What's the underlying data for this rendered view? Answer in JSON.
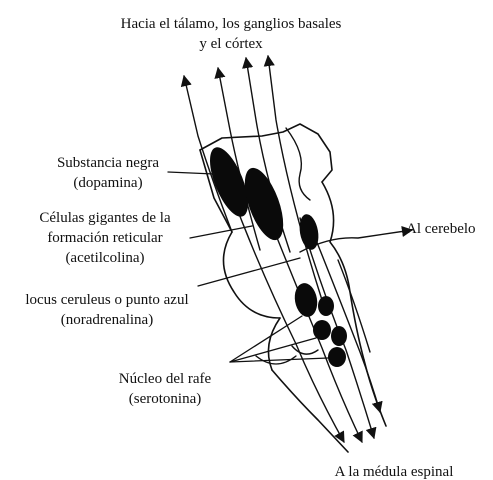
{
  "labels": {
    "top": [
      "Hacia el tálamo, los ganglios basales",
      "y el córtex"
    ],
    "sustancia": [
      "Substancia negra",
      "(dopamina)"
    ],
    "celulas": [
      "Células gigantes de la",
      "formación reticular",
      "(acetilcolina)"
    ],
    "locus": [
      "locus ceruleus o punto azul",
      "(noradrenalina)"
    ],
    "rafe": [
      "Núcleo del rafe",
      "(serotonina)"
    ],
    "cerebelo": "Al cerebelo",
    "medula": "A la médula espinal"
  },
  "colors": {
    "ink": "#111111",
    "background": "#ffffff"
  }
}
